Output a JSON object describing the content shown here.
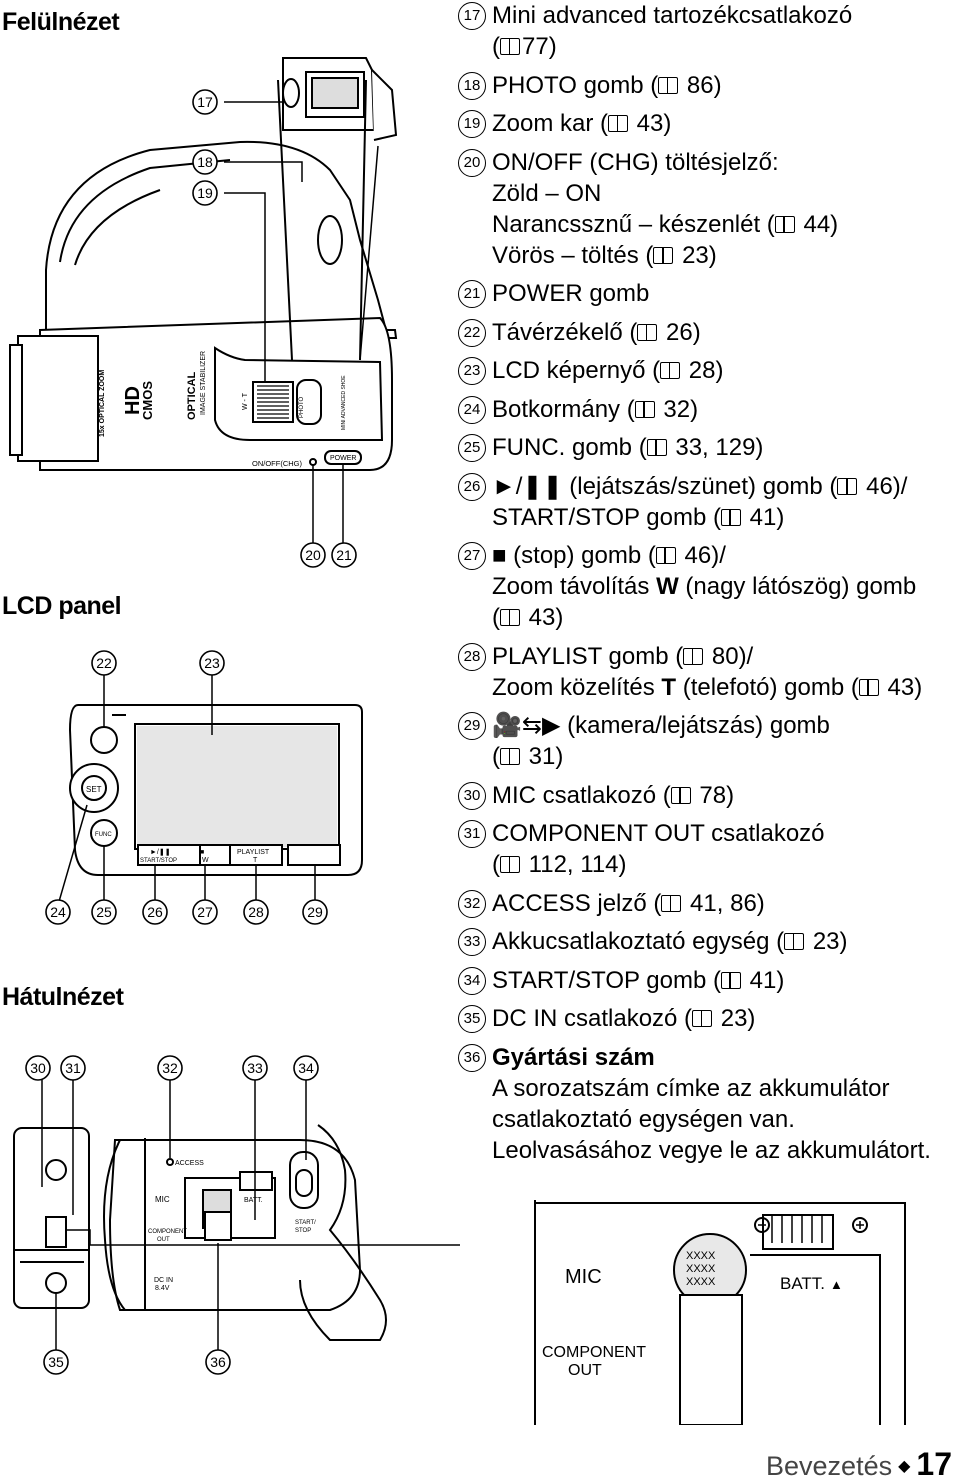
{
  "headings": {
    "top_view": "Felülnézet",
    "lcd_panel": "LCD panel",
    "rear_view": "Hátulnézet"
  },
  "camera_labels": {
    "optical_zoom": "15x OPTICAL ZOOM",
    "hd": "HD",
    "cmos": "CMOS",
    "optical": "OPTICAL",
    "image_stabilizer": "IMAGE STABILIZER",
    "w_t": "W - T",
    "photo": "PHOTO",
    "mini_adv": "MINI ADVANCED SHOE",
    "onoff": "ON/OFF(CHG)",
    "power": "POWER",
    "set": "SET",
    "func": "FUNC",
    "play_pause": "►/❚❚",
    "start_stop": "START/STOP",
    "stop_sym": "■",
    "w": "W",
    "playlist": "PLAYLIST",
    "t": "T",
    "access": "ACCESS",
    "mic": "MIC",
    "component": "COMPONENT",
    "out": "OUT",
    "dc_in": "DC IN",
    "dc_volt": "8.4V",
    "batt": "BATT.",
    "batt_arrow": "▲",
    "serial": "XXXX",
    "start": "START/",
    "stop": "STOP"
  },
  "callouts": {
    "top": [
      "17",
      "18",
      "19",
      "20",
      "21"
    ],
    "lcd_upper": [
      "22",
      "23"
    ],
    "lcd_lower": [
      "24",
      "25",
      "26",
      "27",
      "28",
      "29"
    ],
    "rear_upper": [
      "30",
      "31",
      "32",
      "33",
      "34"
    ],
    "rear_lower": [
      "35",
      "36"
    ]
  },
  "legend": [
    {
      "num": "17",
      "lines": [
        [
          "Mini advanced tartozékcsatlakozó"
        ],
        [
          "(",
          "@",
          "77)"
        ]
      ]
    },
    {
      "num": "18",
      "lines": [
        [
          "PHOTO gomb (",
          "@",
          " 86)"
        ]
      ]
    },
    {
      "num": "19",
      "lines": [
        [
          "Zoom kar (",
          "@",
          " 43)"
        ]
      ]
    },
    {
      "num": "20",
      "lines": [
        [
          "ON/OFF (CHG) töltésjelző:"
        ],
        [
          "Zöld – ON"
        ],
        [
          "Narancssznű – készenlét (",
          "@",
          " 44)"
        ],
        [
          "Vörös – töltés (",
          "@",
          " 23)"
        ]
      ]
    },
    {
      "num": "21",
      "lines": [
        [
          "POWER gomb"
        ]
      ]
    },
    {
      "num": "22",
      "lines": [
        [
          "Távérzékelő (",
          "@",
          " 26)"
        ]
      ]
    },
    {
      "num": "23",
      "lines": [
        [
          "LCD képernyő (",
          "@",
          " 28)"
        ]
      ]
    },
    {
      "num": "24",
      "lines": [
        [
          "Botkormány (",
          "@",
          " 32)"
        ]
      ]
    },
    {
      "num": "25",
      "lines": [
        [
          "FUNC. gomb (",
          "@",
          " 33, 129)"
        ]
      ]
    },
    {
      "num": "26",
      "lines": [
        [
          "►/❚❚ (lejátszás/szünet) gomb (",
          "@",
          " 46)/"
        ],
        [
          "START/STOP gomb (",
          "@",
          " 41)"
        ]
      ]
    },
    {
      "num": "27",
      "lines": [
        [
          "■ (stop) gomb (",
          "@",
          " 46)/"
        ],
        [
          "Zoom távolítás ",
          "W!",
          " (nagy látószög) gomb"
        ],
        [
          "(",
          "@",
          " 43)"
        ]
      ]
    },
    {
      "num": "28",
      "lines": [
        [
          "PLAYLIST gomb (",
          "@",
          " 80)/"
        ],
        [
          "Zoom közelítés ",
          "T!",
          " (telefotó) gomb (",
          "@",
          " 43)"
        ]
      ]
    },
    {
      "num": "29",
      "lines": [
        [
          "🎥⇆▶ (kamera/lejátszás) gomb"
        ],
        [
          "(",
          "@",
          " 31)"
        ]
      ]
    },
    {
      "num": "30",
      "lines": [
        [
          "MIC csatlakozó (",
          "@",
          " 78)"
        ]
      ]
    },
    {
      "num": "31",
      "lines": [
        [
          "COMPONENT OUT csatlakozó"
        ],
        [
          " (",
          "@",
          " 112, 114)"
        ]
      ]
    },
    {
      "num": "32",
      "lines": [
        [
          "ACCESS jelző (",
          "@",
          " 41, 86)"
        ]
      ]
    },
    {
      "num": "33",
      "lines": [
        [
          "Akkucsatlakoztató egység (",
          "@",
          " 23)"
        ]
      ]
    },
    {
      "num": "34",
      "lines": [
        [
          "START/STOP gomb (",
          "@",
          " 41)"
        ]
      ]
    },
    {
      "num": "35",
      "lines": [
        [
          "DC IN csatlakozó (",
          "@",
          " 23)"
        ]
      ]
    },
    {
      "num": "36",
      "lines": [
        [
          "Gyártási szám!"
        ],
        [
          "A sorozatszám címke az akkumulátor"
        ],
        [
          "csatlakoztató egységen van."
        ],
        [
          "Leolvasásához vegye le az akkumulátort."
        ]
      ]
    }
  ],
  "footer": {
    "section": "Bevezetés",
    "diamond": "◆",
    "page": "17"
  }
}
